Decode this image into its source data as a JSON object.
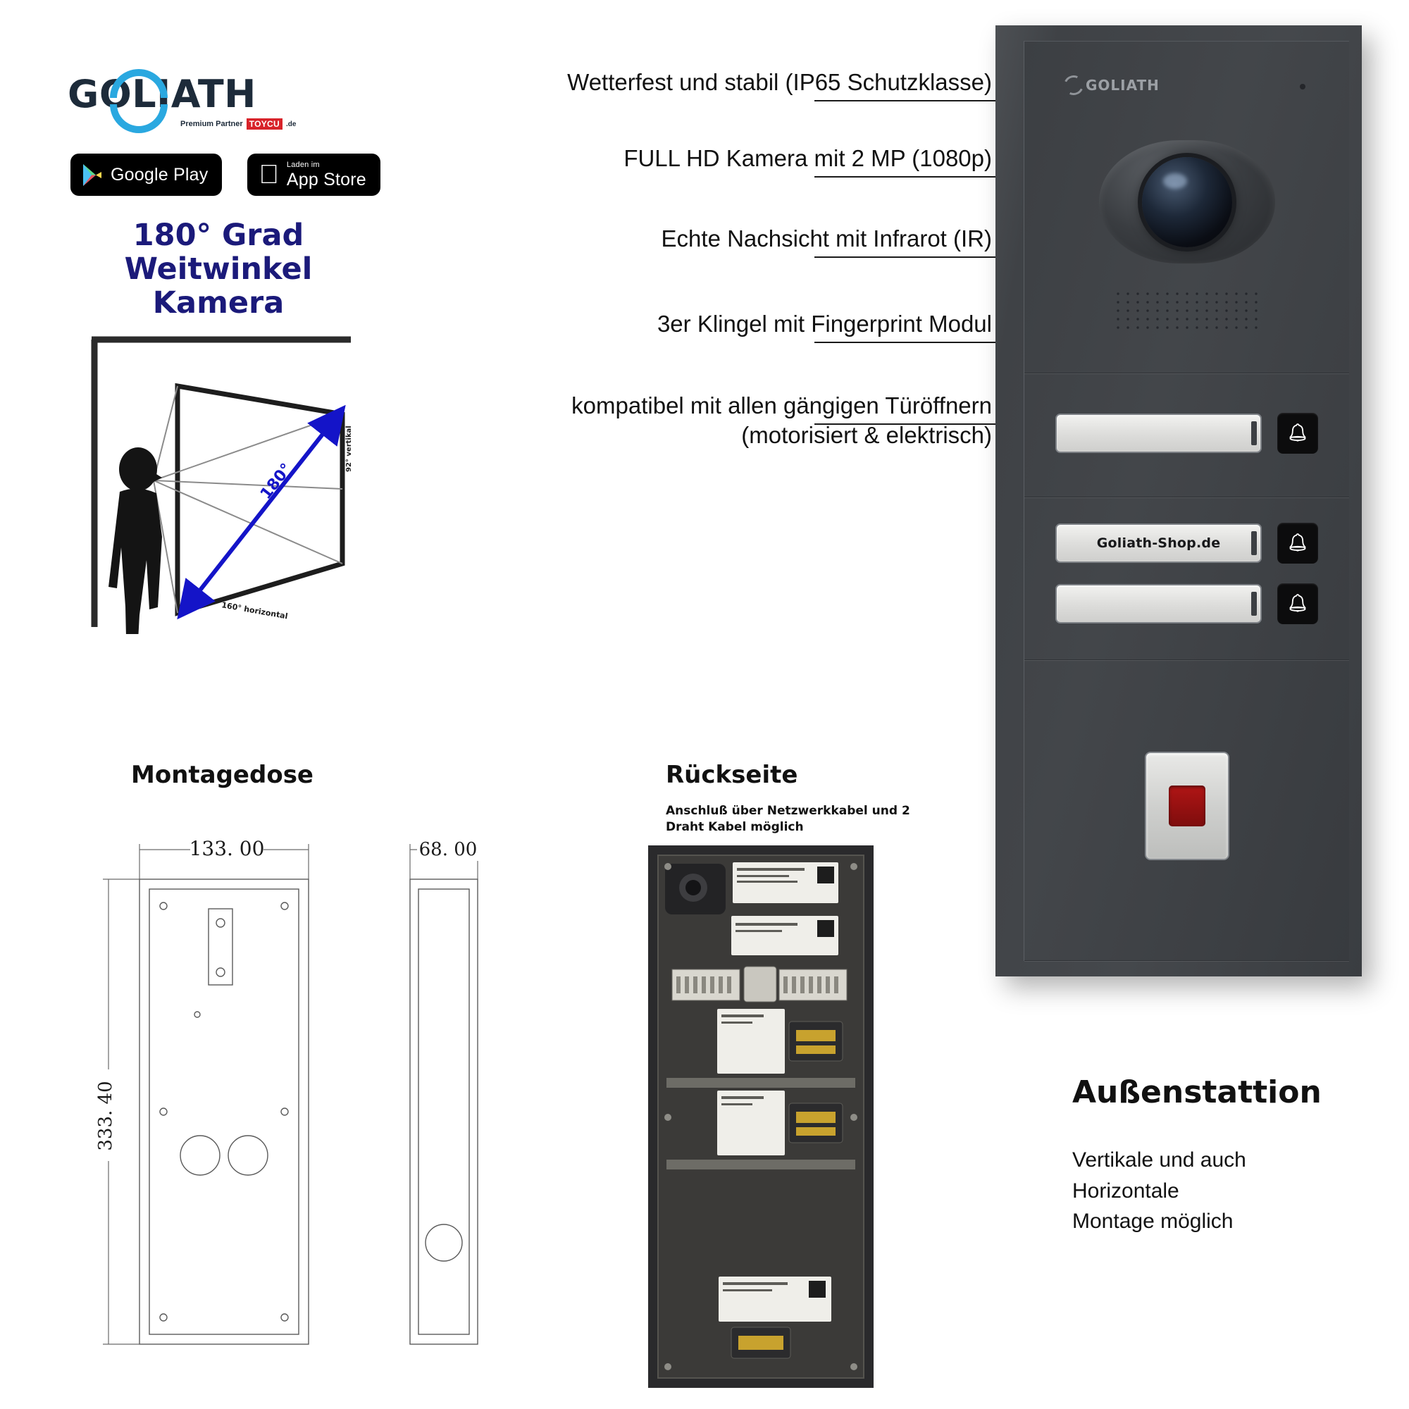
{
  "brand": {
    "logo_text": "GOLIATH",
    "premium_partner": "Premium Partner",
    "toycu": "TOYCU",
    "toycu_suffix": ".de"
  },
  "badges": [
    {
      "name": "google-play",
      "small": "",
      "big": "Google Play"
    },
    {
      "name": "app-store",
      "small": "Laden im",
      "big": "App Store"
    }
  ],
  "headline": {
    "line1": "180° Grad",
    "line2": "Weitwinkel Kamera"
  },
  "fov": {
    "diagonal_label": "180°",
    "horizontal_label": "160° horizontal",
    "vertical_label": "92° vertikal"
  },
  "features": [
    {
      "text": "Wetterfest und stabil (IP65 Schutzklasse)"
    },
    {
      "text": "FULL HD Kamera mit 2 MP (1080p)"
    },
    {
      "text": "Echte Nachsicht mit Infrarot (IR)"
    },
    {
      "text": "3er Klingel mit Fingerprint Modul"
    },
    {
      "text_line1": "kompatibel mit allen gängigen Türöffnern",
      "text_line2": "(motorisiert & elektrisch)"
    }
  ],
  "station": {
    "logo_text": "GOLIATH",
    "nameplates": [
      "",
      "Goliath-Shop.de",
      ""
    ],
    "bell_icon": "bell-icon",
    "fingerprint_label": "fingerprint-sensor"
  },
  "sections": {
    "montagedose_title": "Montagedose",
    "rueckseite_title": "Rückseite",
    "rueckseite_subtitle": "Anschluß über Netzwerkkabel und 2 Draht Kabel möglich"
  },
  "dimensions": {
    "width": "133. 00",
    "depth": "68. 00",
    "height": "333. 40"
  },
  "outro": {
    "title": "Außenstattion",
    "line1": "Vertikale und auch",
    "line2": "Horizontale",
    "line3": "Montage möglich"
  },
  "colors": {
    "accent_blue": "#1b1a7a",
    "logo_blue": "#2aa8e0",
    "logo_navy": "#1d2b3a",
    "toycu_red": "#d8232a",
    "station_body": "#45484c",
    "fingerprint_red": "#b01515"
  }
}
